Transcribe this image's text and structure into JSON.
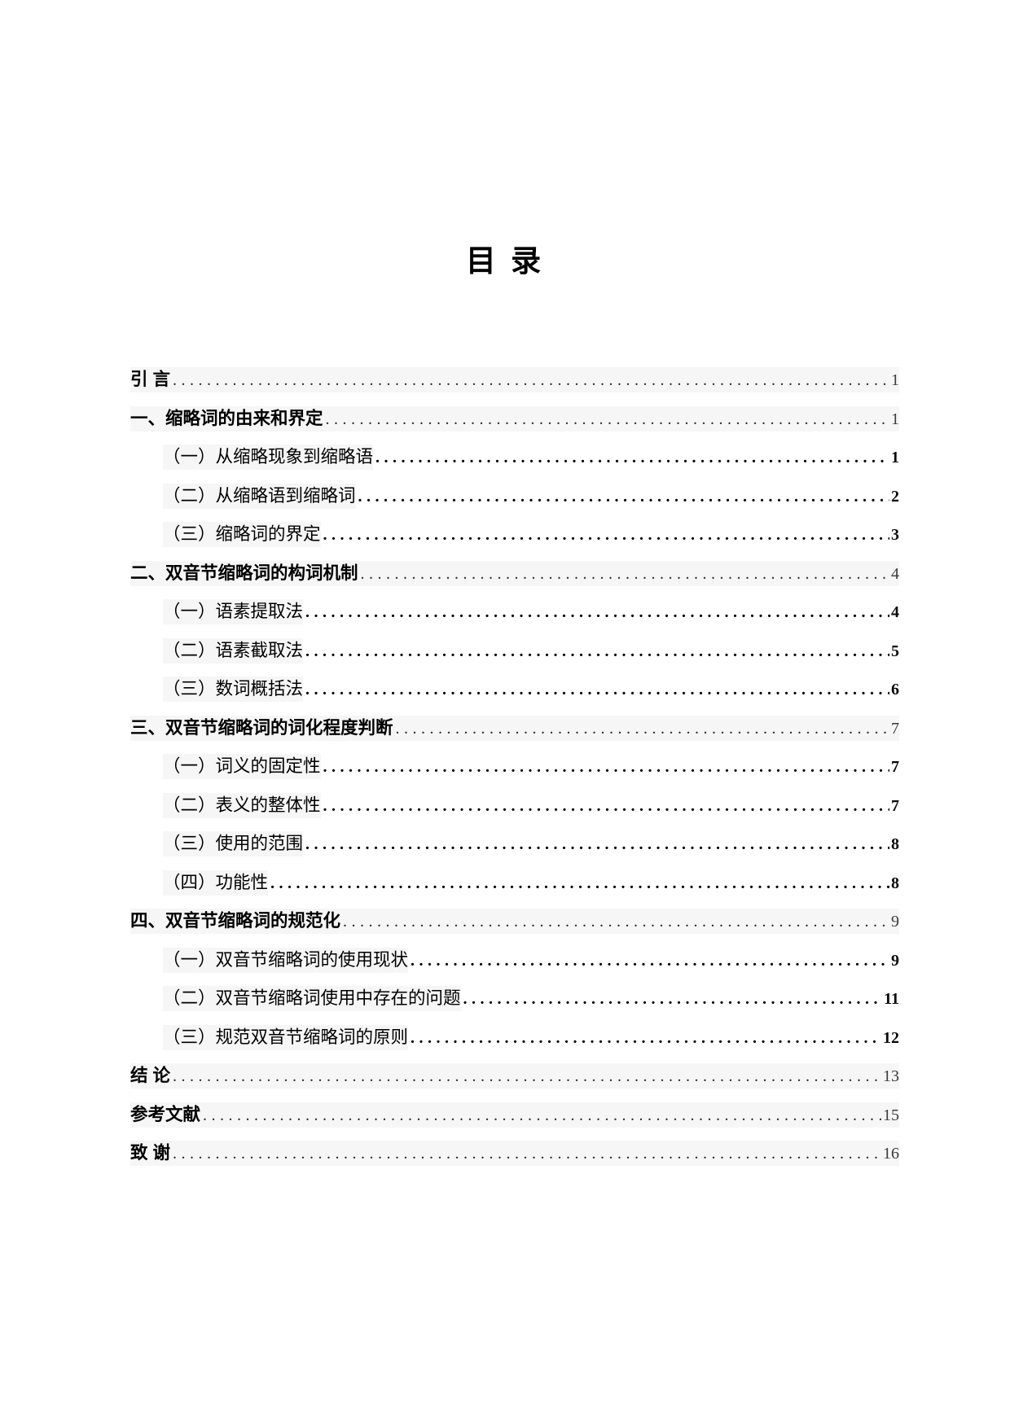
{
  "document": {
    "title": "目  录",
    "toc_entries": [
      {
        "label": "引 言",
        "page": "1",
        "level": 0,
        "bold": true
      },
      {
        "label": "一、缩略词的由来和界定",
        "page": "1",
        "level": 0,
        "bold": true
      },
      {
        "label": "（一）从缩略现象到缩略语",
        "page": "1",
        "level": 1,
        "bold": false
      },
      {
        "label": "（二）从缩略语到缩略词",
        "page": "2",
        "level": 1,
        "bold": false
      },
      {
        "label": "（三）缩略词的界定",
        "page": "3",
        "level": 1,
        "bold": false
      },
      {
        "label": "二、双音节缩略词的构词机制",
        "page": "4",
        "level": 0,
        "bold": true
      },
      {
        "label": "（一）语素提取法",
        "page": "4",
        "level": 1,
        "bold": false
      },
      {
        "label": "（二）语素截取法",
        "page": "5",
        "level": 1,
        "bold": false
      },
      {
        "label": "（三）数词概括法",
        "page": "6",
        "level": 1,
        "bold": false
      },
      {
        "label": "三、双音节缩略词的词化程度判断",
        "page": "7",
        "level": 0,
        "bold": true
      },
      {
        "label": "（一）词义的固定性",
        "page": "7",
        "level": 1,
        "bold": false
      },
      {
        "label": "（二）表义的整体性",
        "page": "7",
        "level": 1,
        "bold": false
      },
      {
        "label": "（三）使用的范围",
        "page": "8",
        "level": 1,
        "bold": false
      },
      {
        "label": "（四）功能性",
        "page": "8",
        "level": 1,
        "bold": false
      },
      {
        "label": "四、双音节缩略词的规范化",
        "page": "9",
        "level": 0,
        "bold": true
      },
      {
        "label": "（一）双音节缩略词的使用现状",
        "page": "9",
        "level": 1,
        "bold": false
      },
      {
        "label": "（二）双音节缩略词使用中存在的问题",
        "page": "11",
        "level": 1,
        "bold": false
      },
      {
        "label": "（三）规范双音节缩略词的原则",
        "page": "12",
        "level": 1,
        "bold": false
      },
      {
        "label": "结 论",
        "page": "13",
        "level": 0,
        "bold": true
      },
      {
        "label": "参考文献",
        "page": "15",
        "level": 0,
        "bold": true
      },
      {
        "label": "致 谢",
        "page": "16",
        "level": 0,
        "bold": true
      }
    ],
    "colors": {
      "text": "#000000",
      "row_shading": "#f6f6f6",
      "page_background": "#ffffff"
    }
  }
}
